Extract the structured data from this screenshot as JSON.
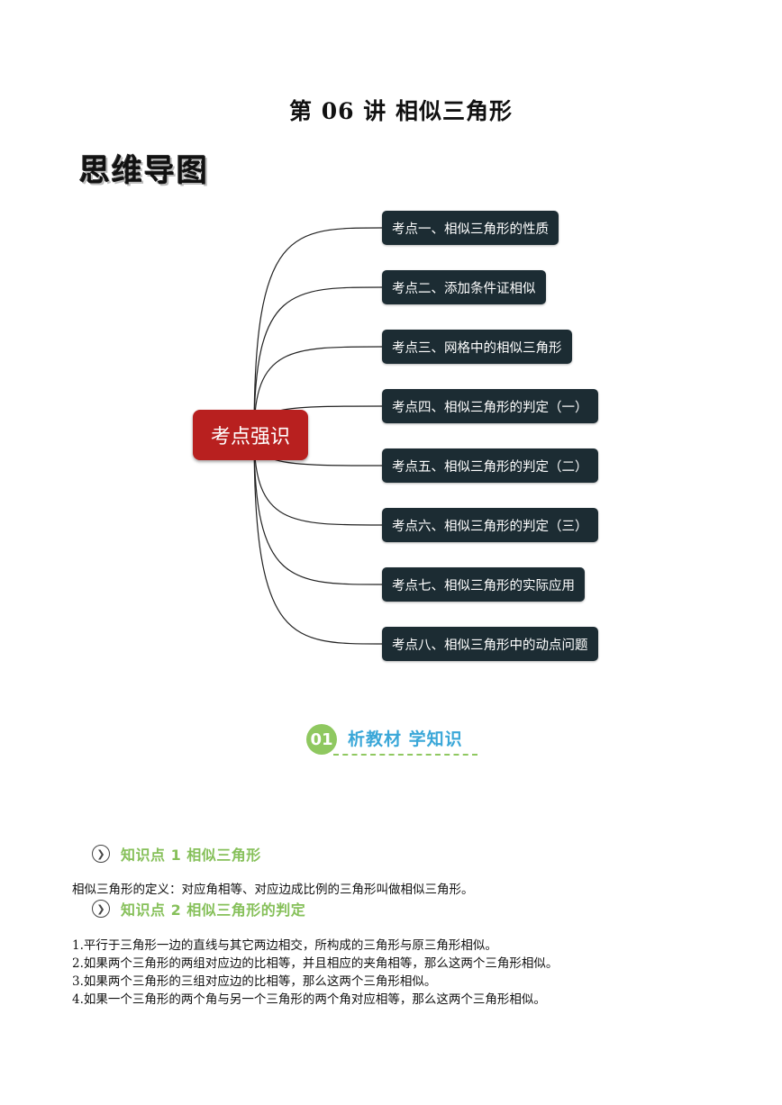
{
  "title": "第 06 讲  相似三角形",
  "mindmap_label": "思维导图",
  "mindmap": {
    "center": "考点强识",
    "colors": {
      "center": "#b8201f",
      "leaf": "#1c2c33"
    },
    "items": [
      "考点一、相似三角形的性质",
      "考点二、添加条件证相似",
      "考点三、网格中的相似三角形",
      "考点四、相似三角形的判定（一）",
      "考点五、相似三角形的判定（二）",
      "考点六、相似三角形的判定（三）",
      "考点七、相似三角形的实际应用",
      "考点八、相似三角形中的动点问题"
    ]
  },
  "section": {
    "number": "01",
    "title": "析教材 学知识",
    "colors": {
      "badge": "#8fc860",
      "text": "#3aa7d8"
    }
  },
  "knowledge_points": [
    {
      "icon": "arrow-circle-icon",
      "heading": "知识点 1  相似三角形",
      "lines": [
        "相似三角形的定义：对应角相等、对应边成比例的三角形叫做相似三角形。"
      ]
    },
    {
      "icon": "arrow-circle-icon",
      "heading": "知识点 2  相似三角形的判定",
      "lines": [
        "1.平行于三角形一边的直线与其它两边相交，所构成的三角形与原三角形相似。",
        "2.如果两个三角形的两组对应边的比相等，并且相应的夹角相等，那么这两个三角形相似。",
        "3.如果两个三角形的三组对应边的比相等，那么这两个三角形相似。",
        "4.如果一个三角形的两个角与另一个三角形的两个角对应相等，那么这两个三角形相似。"
      ]
    }
  ]
}
